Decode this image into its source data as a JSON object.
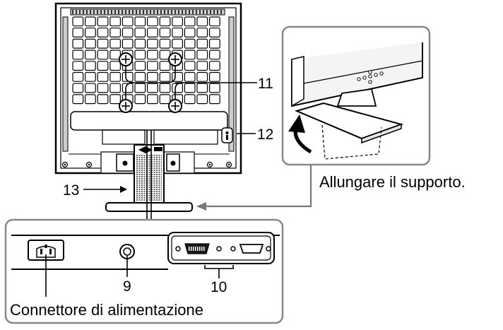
{
  "labels": {
    "n9": "9",
    "n10": "10",
    "n11": "11",
    "n12": "12",
    "n13": "13"
  },
  "captions": {
    "stand": "Allungare il supporto.",
    "power": "Connettore di alimentazione"
  },
  "colors": {
    "line": "#000000",
    "callout_frame": "#888888",
    "pointer": "#777777",
    "panel": "#f4f4f4",
    "dark": "#1a1a1a"
  }
}
